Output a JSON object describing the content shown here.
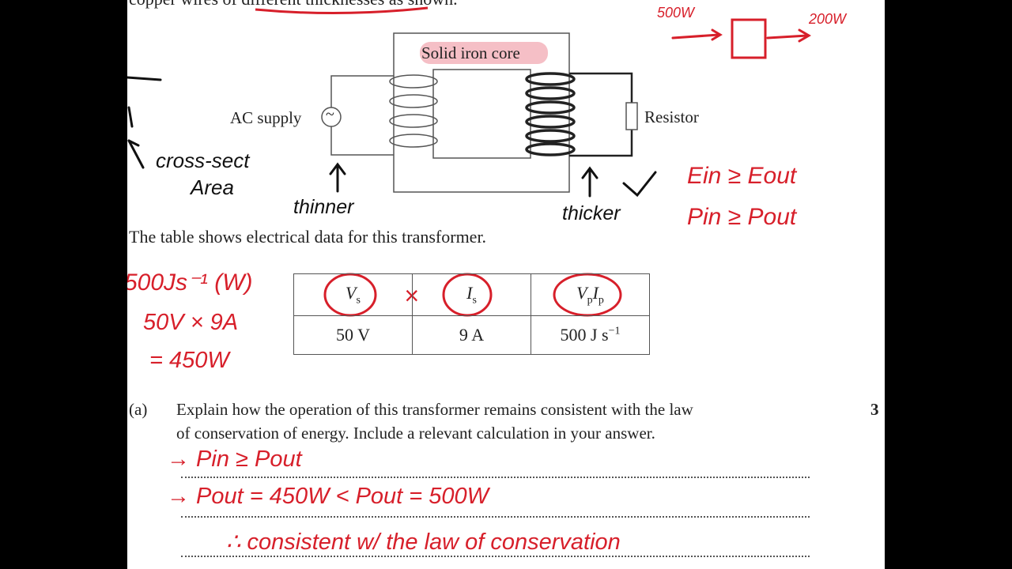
{
  "document": {
    "top_line": "copper wires of different thicknesses as shown.",
    "diagram": {
      "core_label": "Solid iron core",
      "supply_label": "AC supply",
      "supply_symbol": "~",
      "resistor_label": "Resistor"
    },
    "intro": "The table shows electrical data for this transformer.",
    "table": {
      "headers": [
        {
          "main": "V",
          "sub": "s",
          "sup": ""
        },
        {
          "main": "I",
          "sub": "s",
          "sup": ""
        },
        {
          "main": "V",
          "sub": "p",
          "main2": "I",
          "sub2": "p"
        }
      ],
      "values": [
        {
          "text": "50 V",
          "sup": ""
        },
        {
          "text": "9 A",
          "sup": ""
        },
        {
          "text": "500 J s",
          "sup": "−1"
        }
      ]
    },
    "question": {
      "label": "(a)",
      "line1": "Explain how the operation of this transformer remains consistent with the law",
      "line2": "of conservation of energy. Include a relevant calculation in your answer.",
      "marks": "3"
    }
  },
  "handwriting": {
    "black": {
      "cross_section": "cross-sect",
      "area": "Area",
      "thinner": "thinner",
      "thicker": "thicker"
    },
    "red": {
      "in_power": "500W",
      "out_power": "200W",
      "e_relation": "Ein ≥ Eout",
      "p_relation": "Pin ≥ Pout",
      "calc_unit": "500Js⁻¹ (W)",
      "calc_step": "50V × 9A",
      "calc_result": "= 450W",
      "times_mark": "×",
      "answer_1": "→ Pin ≥ Pout",
      "answer_2": "→ Pout = 450W < Pout = 500W",
      "answer_3": "∴ consistent w/ the law of conservation"
    }
  }
}
